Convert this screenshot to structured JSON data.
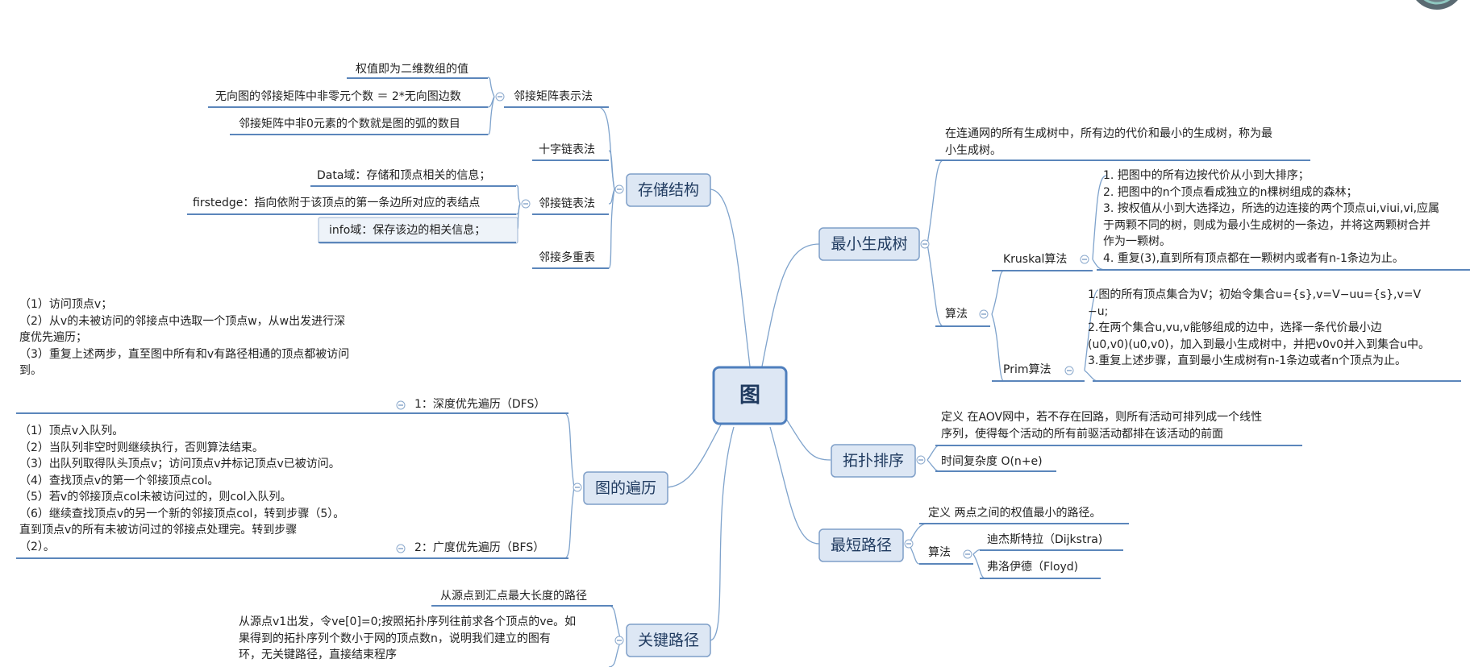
{
  "root": "图",
  "storage": {
    "title": "存储结构",
    "adj_matrix": {
      "label": "邻接矩阵表示法",
      "notes": [
        "权值即为二维数组的值",
        "无向图的邻接矩阵中非零元个数 ＝ 2*无向图边数",
        "邻接矩阵中非0元素的个数就是图的弧的数目"
      ]
    },
    "orthogonal": "十字链表法",
    "adj_list": {
      "label": "邻接链表法",
      "notes": [
        "Data域：存储和顶点相关的信息；",
        "firstedge：指向依附于该顶点的第一条边所对应的表结点",
        "info域：保存该边的相关信息；"
      ]
    },
    "multilist": "邻接多重表"
  },
  "traversal": {
    "title": "图的遍历",
    "dfs_label": "1：深度优先遍历（DFS）",
    "dfs_text": "（1）访问顶点v；\n（2）从v的未被访问的邻接点中选取一个顶点w，从w出发进行深\n度优先遍历；\n（3）重复上述两步，直至图中所有和v有路径相通的顶点都被访问\n到。",
    "bfs_label": "2：广度优先遍历（BFS）",
    "bfs_text": "（1）顶点v入队列。\n（2）当队列非空时则继续执行，否则算法结束。\n（3）出队列取得队头顶点v；访问顶点v并标记顶点v已被访问。\n（4）查找顶点v的第一个邻接顶点col。\n（5）若v的邻接顶点col未被访问过的，则col入队列。\n（6）继续查找顶点v的另一个新的邻接顶点col，转到步骤（5）。\n        直到顶点v的所有未被访问过的邻接点处理完。转到步骤\n（2）。"
  },
  "critical": {
    "title": "关键路径",
    "def": "从源点到汇点最大长度的路径",
    "algo": "从源点v1出发，令ve[0]=0;按照拓扑序列往前求各个顶点的ve。如\n果得到的拓扑序列个数小于网的顶点数n，说明我们建立的图有\n环，无关键路径，直接结束程序"
  },
  "mst": {
    "title": "最小生成树",
    "def": "在连通网的所有生成树中，所有边的代价和最小的生成树，称为最\n小生成树。",
    "algo_label": "算法",
    "kruskal_label": "Kruskal算法",
    "kruskal_text": "1. 把图中的所有边按代价从小到大排序；\n2. 把图中的n个顶点看成独立的n棵树组成的森林；\n3. 按权值从小到大选择边，所选的边连接的两个顶点ui,viui,vi,应属\n于两颗不同的树，则成为最小生成树的一条边，并将这两颗树合并\n作为一颗树。\n4. 重复(3),直到所有顶点都在一颗树内或者有n-1条边为止。",
    "prim_label": "Prim算法",
    "prim_text": "    1.图的所有顶点集合为V；初始令集合u={s},v=V−uu={s},v=V\n−u;\n    2.在两个集合u,vu,v能够组成的边中，选择一条代价最小边\n(u0,v0)(u0,v0)，加入到最小生成树中，并把v0v0并入到集合u中。\n    3.重复上述步骤，直到最小生成树有n-1条边或者n个顶点为止。"
  },
  "topo": {
    "title": "拓扑排序",
    "def": "定义 在AOV网中，若不存在回路，则所有活动可排列成一个线性\n序列，使得每个活动的所有前驱活动都排在该活动的前面",
    "complexity": "时间复杂度 O(n+e)"
  },
  "shortest": {
    "title": "最短路径",
    "def": "定义 两点之间的权值最小的路径。",
    "algo_label": "算法",
    "dijkstra": "迪杰斯特拉（Dijkstra)",
    "floyd": "弗洛伊德（Floyd)"
  }
}
